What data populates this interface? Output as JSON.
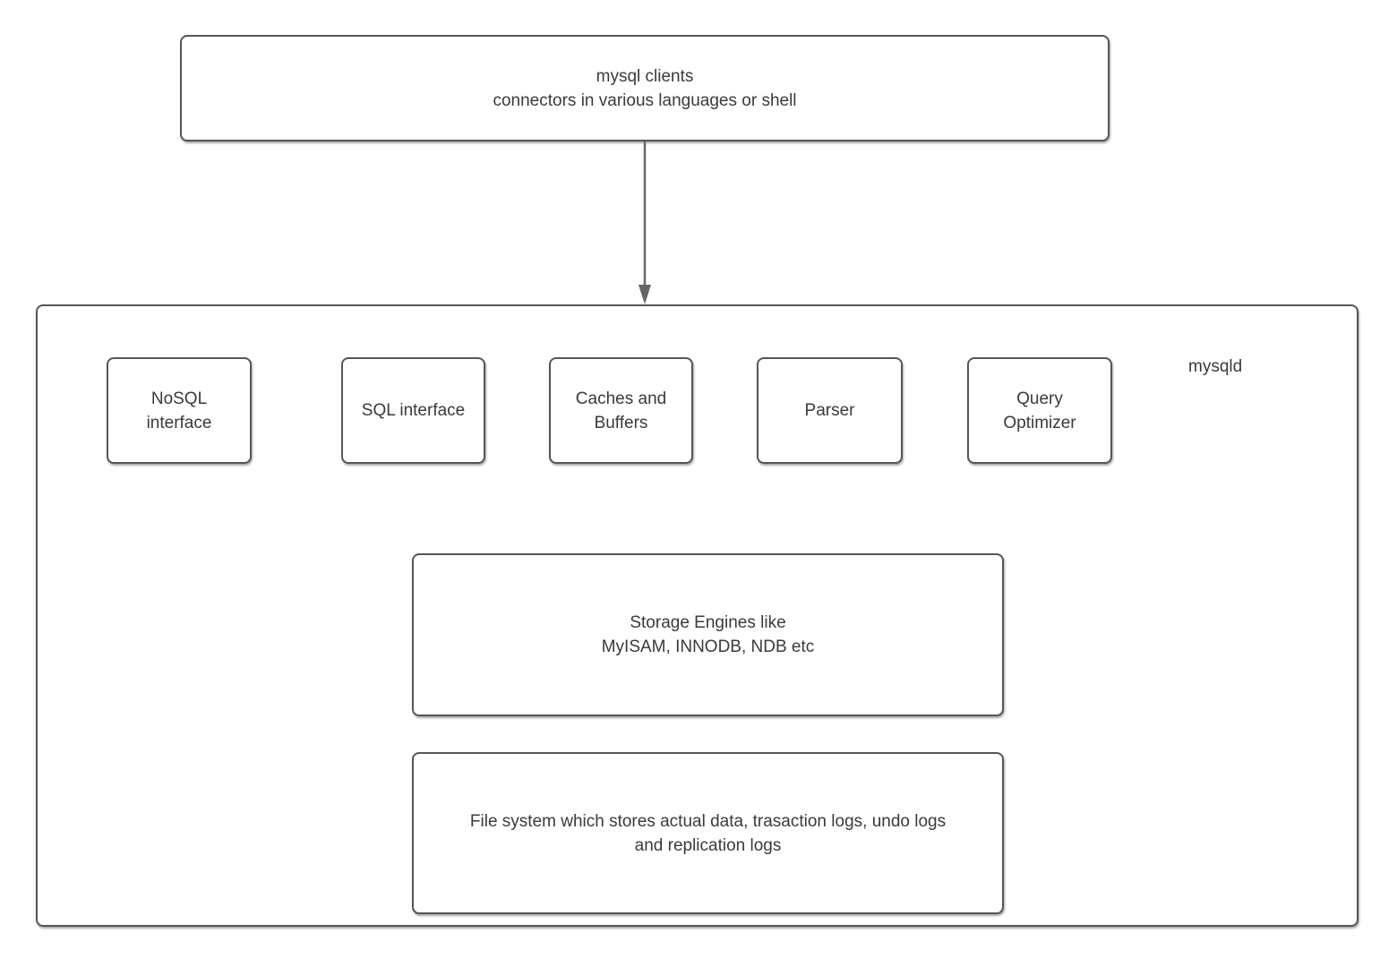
{
  "diagram": {
    "title_semantic": "MySQL architecture diagram",
    "clients_box": {
      "line1": "mysql clients",
      "line2": "connectors in various languages or shell"
    },
    "mysqld": {
      "label": "mysqld",
      "components": [
        {
          "label": "NoSQL interface"
        },
        {
          "label": "SQL interface"
        },
        {
          "label": "Caches and Buffers"
        },
        {
          "label": "Parser"
        },
        {
          "label": "Query Optimizer"
        }
      ],
      "storage_box": {
        "line1": "Storage Engines like",
        "line2": "MyISAM, INNODB, NDB etc"
      },
      "filesystem_box": {
        "line1": "File system which stores actual data, trasaction logs, undo logs",
        "line2": "and replication logs"
      }
    },
    "colors": {
      "border": "#565656",
      "text": "#3a3a3a",
      "arrow": "#666666",
      "background": "#ffffff"
    }
  }
}
